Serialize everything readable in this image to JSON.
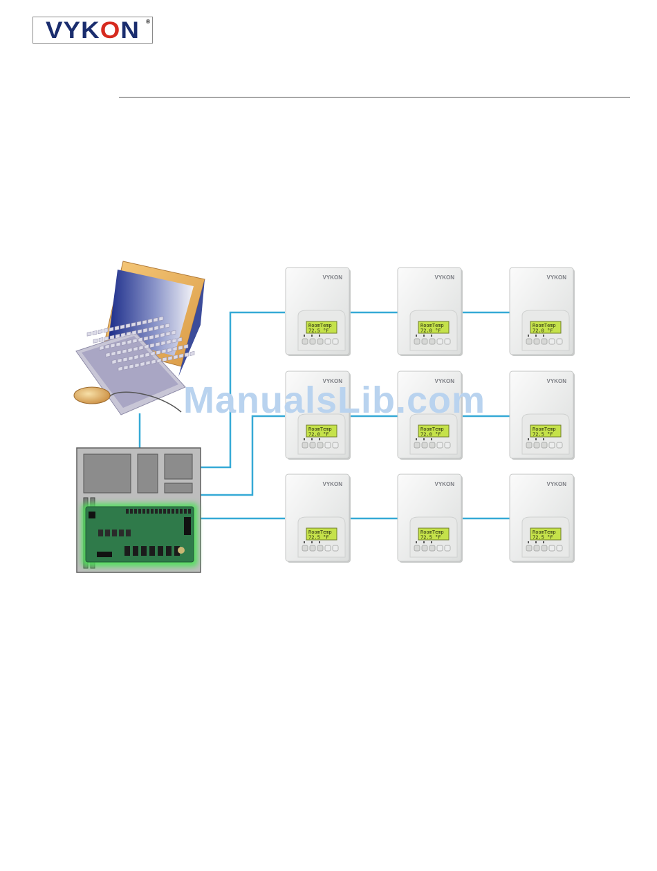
{
  "header": {
    "logo_text": "VYKON",
    "logo_reg": "®",
    "logo_color": "#1a2d6e",
    "logo_o_color": "#d62a1f"
  },
  "thermostat": {
    "brand": "VYKON",
    "display_line1": "RoomTemp",
    "readings": [
      "72.5 °F",
      "72.0 °F",
      "72.0 °F",
      "72.0 °F",
      "72.0 °F",
      "72.5 °F",
      "72.5 °F",
      "72.5 °F",
      "72.5 °F"
    ],
    "lcd_color": "#c5e24a",
    "body_color": "#ecedec"
  },
  "network": {
    "line_color": "#35a9d6",
    "controller_panel_color": "#bdbdbd",
    "board_color": "#2f7a4a",
    "board_glow_color": "#4fe05a"
  },
  "watermark": {
    "text": "ManualsLib.com",
    "color": "#b9d3ef"
  }
}
